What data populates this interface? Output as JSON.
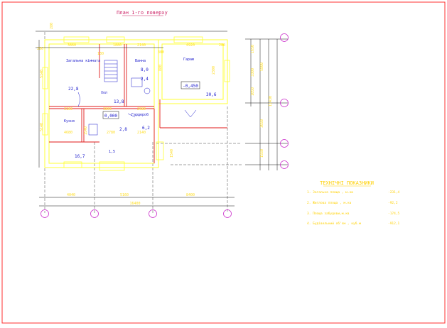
{
  "plan": {
    "title": "План 1-го поверху",
    "rooms": {
      "living": "Загальна кімната",
      "bath": "Ванна",
      "garage": "Гараж",
      "hall": "Хол",
      "kitchen": "Кухня",
      "wardrobe": "Гардероб"
    },
    "marks": {
      "level_zero": "0,000",
      "level_garage": "-0,450",
      "m1": "22,8",
      "m2": "8,0",
      "m3": "2,4",
      "m4": "30,6",
      "m5": "13,8",
      "m6": "6,2",
      "m7": "2,8",
      "m8": "16,7",
      "m9": "1,5"
    },
    "dims_top": [
      "280",
      "3860",
      "130",
      "1880",
      "2140",
      "380",
      "4920",
      "280"
    ],
    "dims_mid": [
      "3160",
      "3800",
      "2980"
    ],
    "dims_low": [
      "4680",
      "2780",
      "2140"
    ],
    "dims_left": [
      "5140",
      "5140"
    ],
    "dims_bottom": [
      "4040",
      "5160",
      "8400"
    ],
    "dims_total_h": "16400",
    "dims_right": [
      "1650",
      "3300",
      "5800",
      "11430",
      "1050",
      "3650",
      "1550"
    ],
    "misc_dims": [
      "880",
      "2300",
      "1540",
      "1540"
    ]
  },
  "tech": {
    "title": "ТЕХНІЧНІ ПОКАЗНИКИ",
    "rows": [
      {
        "label": "1. Загальна площа , м.кв",
        "value": "-231,4"
      },
      {
        "label": "2. Житлова площа , м.кв",
        "value": "-92,2"
      },
      {
        "label": "3. Площа забудови,м.кв",
        "value": "-174,5"
      },
      {
        "label": "4. Будівельний об'єм , куб.м",
        "value": "-912,1"
      }
    ]
  },
  "colors": {
    "frame": "#ff3030",
    "wall": "#ffff33",
    "line": "#e01a1a",
    "detail": "#1a1acc",
    "dim_text": "#ffdd22",
    "axis": "#cc33cc",
    "accent": "#ffbf00",
    "table_text": "#ffd000",
    "grid": "#111111"
  }
}
